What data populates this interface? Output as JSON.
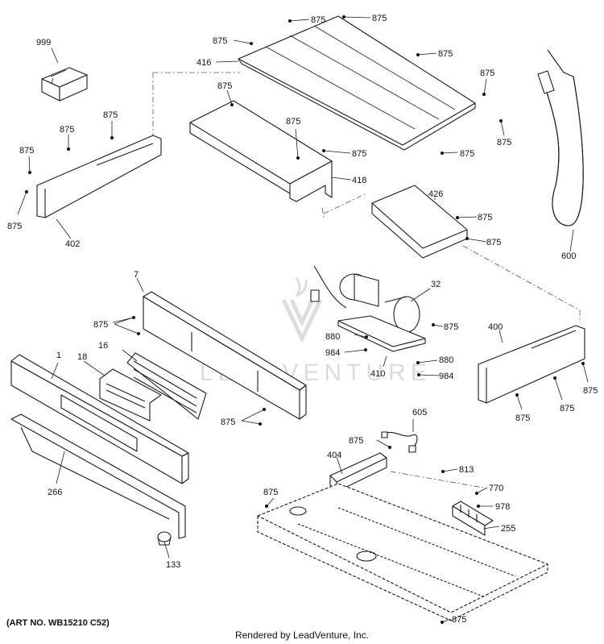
{
  "art_number": "(ART NO. WB15210 C52)",
  "rendered_by": "Rendered by LeadVenture, Inc.",
  "watermark": "LEADVENTURE",
  "callouts": {
    "c999": "999",
    "c416": "416",
    "c418": "418",
    "c426": "426",
    "c600": "600",
    "c402": "402",
    "c7": "7",
    "c32": "32",
    "c16": "16",
    "c18": "18",
    "c1": "1",
    "c880": "880",
    "c984": "984",
    "c410": "410",
    "c400": "400",
    "c266": "266",
    "c605": "605",
    "c404": "404",
    "c813": "813",
    "c770": "770",
    "c978": "978",
    "c255": "255",
    "c133": "133",
    "c875": "875"
  }
}
